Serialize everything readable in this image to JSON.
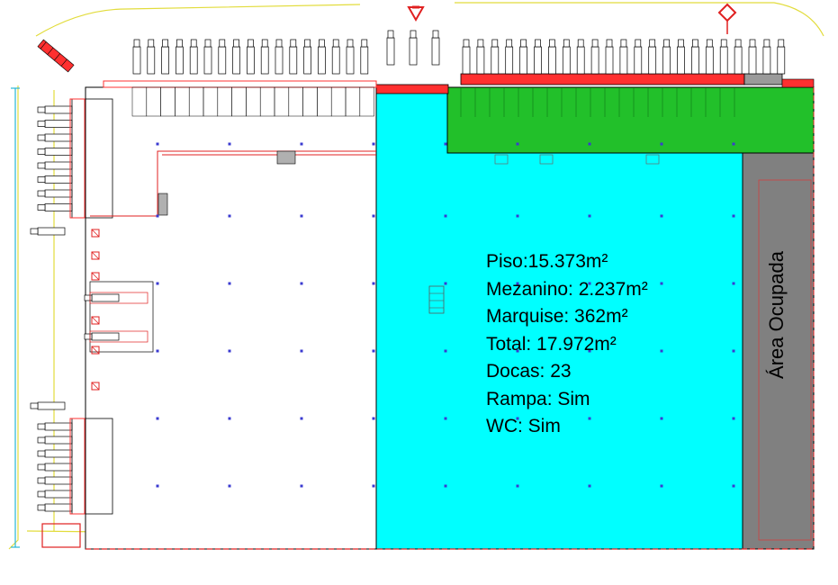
{
  "plan": {
    "stats": {
      "piso": "Piso:15.373m²",
      "mezanino": "Mezanino: 2.237m²",
      "marquise": "Marquise: 362m²",
      "total": "Total: 17.972m²",
      "docas": "Docas: 23",
      "rampa": "Rampa: Sim",
      "wc": "WC: Sim"
    },
    "occupied_label": "Área Ocupada",
    "colors": {
      "warehouse_floor": "#00ffff",
      "mezzanine": "#22c02a",
      "occupied_area": "#808080",
      "dock_marquee": "#ff3030",
      "outline": "#000000",
      "site_boundary": "#e8e040"
    },
    "icons": [
      "entry-marker-icon",
      "gate-marker-icon"
    ]
  }
}
